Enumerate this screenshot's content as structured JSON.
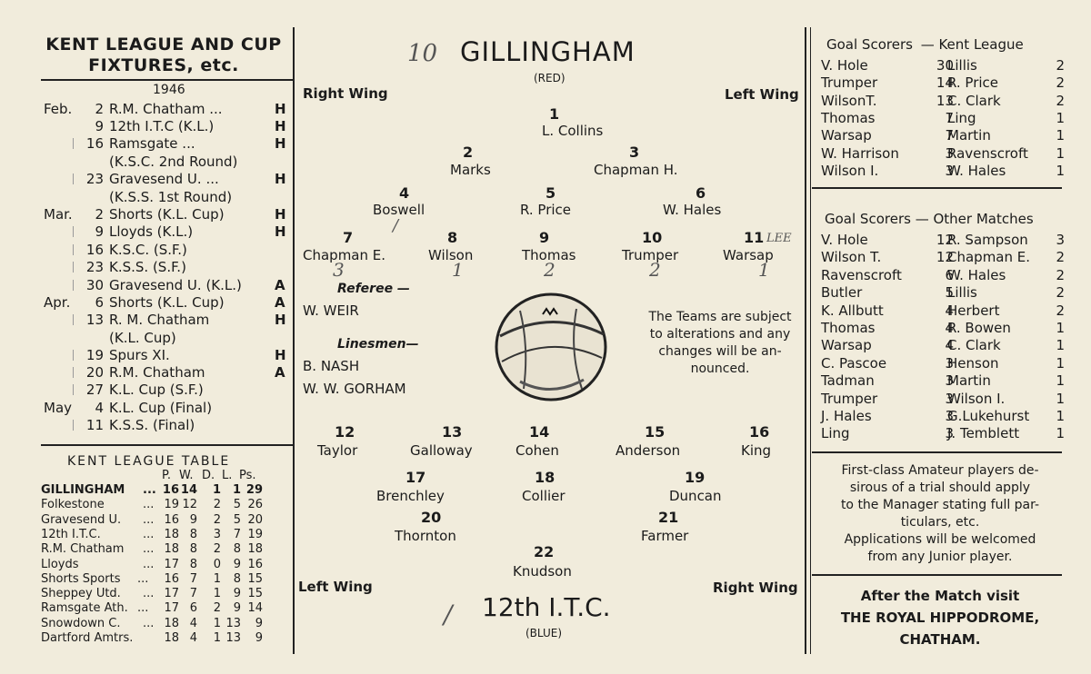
{
  "left": {
    "title_line1": "KENT LEAGUE AND CUP",
    "title_line2": "FIXTURES, etc.",
    "year": "1946",
    "fixtures": [
      {
        "month": "Feb.",
        "day": "2",
        "team": "R.M. Chatham ...",
        "ha": "H"
      },
      {
        "month": "",
        "day": "9",
        "team": "12th I.T.C (K.L.)",
        "ha": "H"
      },
      {
        "month": "",
        "day": "16",
        "team": "Ramsgate      ...",
        "ha": "H"
      },
      {
        "month": "",
        "day": "",
        "team": "(K.S.C. 2nd Round)",
        "ha": ""
      },
      {
        "month": "",
        "day": "23",
        "team": "Gravesend U. ...",
        "ha": "H"
      },
      {
        "month": "",
        "day": "",
        "team": "(K.S.S. 1st Round)",
        "ha": ""
      },
      {
        "month": "Mar.",
        "day": "2",
        "team": "Shorts (K.L. Cup)",
        "ha": "H"
      },
      {
        "month": "",
        "day": "9",
        "team": "Lloyds (K.L.)",
        "ha": "H"
      },
      {
        "month": "",
        "day": "16",
        "team": "K.S.C. (S.F.)",
        "ha": ""
      },
      {
        "month": "",
        "day": "23",
        "team": "K.S.S. (S.F.)",
        "ha": ""
      },
      {
        "month": "",
        "day": "30",
        "team": "Gravesend U. (K.L.)",
        "ha": "A"
      },
      {
        "month": "Apr.",
        "day": "6",
        "team": "Shorts (K.L. Cup)",
        "ha": "A"
      },
      {
        "month": "",
        "day": "13",
        "team": "R. M. Chatham",
        "ha": "H"
      },
      {
        "month": "",
        "day": "",
        "team": "(K.L. Cup)",
        "ha": ""
      },
      {
        "month": "",
        "day": "19",
        "team": "Spurs XI.",
        "ha": "H"
      },
      {
        "month": "",
        "day": "20",
        "team": "R.M. Chatham",
        "ha": "A"
      },
      {
        "month": "",
        "day": "27",
        "team": "K.L. Cup (S.F.)",
        "ha": ""
      },
      {
        "month": "May",
        "day": "4",
        "team": "K.L. Cup (Final)",
        "ha": ""
      },
      {
        "month": "",
        "day": "11",
        "team": "K.S.S. (Final)",
        "ha": ""
      }
    ],
    "league_title": "KENT LEAGUE TABLE",
    "league_headers": [
      "P.",
      "W.",
      "D.",
      "L.",
      "Ps."
    ],
    "league_rows": [
      {
        "team": "GILLINGHAM",
        "dots": "...",
        "p": "16",
        "w": "14",
        "d": "1",
        "l": "1",
        "ps": "29",
        "bold": true
      },
      {
        "team": "Folkestone",
        "dots": "...",
        "p": "19",
        "w": "12",
        "d": "2",
        "l": "5",
        "ps": "26"
      },
      {
        "team": "Gravesend U.",
        "dots": "...",
        "p": "16",
        "w": "9",
        "d": "2",
        "l": "5",
        "ps": "20"
      },
      {
        "team": "12th I.T.C.",
        "dots": "...",
        "p": "18",
        "w": "8",
        "d": "3",
        "l": "7",
        "ps": "19"
      },
      {
        "team": "R.M. Chatham",
        "dots": "...",
        "p": "18",
        "w": "8",
        "d": "2",
        "l": "8",
        "ps": "18"
      },
      {
        "team": "Lloyds",
        "dots": "...",
        "p": "17",
        "w": "8",
        "d": "0",
        "l": "9",
        "ps": "16"
      },
      {
        "team": "Shorts Sports",
        "dots": "...",
        "p": "16",
        "w": "7",
        "d": "1",
        "l": "8",
        "ps": "15"
      },
      {
        "team": "Sheppey Utd.",
        "dots": "...",
        "p": "17",
        "w": "7",
        "d": "1",
        "l": "9",
        "ps": "15"
      },
      {
        "team": "Ramsgate Ath.",
        "dots": "...",
        "p": "17",
        "w": "6",
        "d": "2",
        "l": "9",
        "ps": "14"
      },
      {
        "team": "Snowdown C.",
        "dots": "...",
        "p": "18",
        "w": "4",
        "d": "1",
        "l": "13",
        "ps": "9"
      },
      {
        "team": "Dartford Amtrs.",
        "dots": "",
        "p": "18",
        "w": "4",
        "d": "1",
        "l": "13",
        "ps": "9"
      }
    ]
  },
  "middle": {
    "handwritten_top": "10",
    "home_team": "GILLINGHAM",
    "home_colour": "(RED)",
    "right_wing_top": "Right Wing",
    "left_wing_top": "Left Wing",
    "home_players": [
      {
        "num": "1",
        "name": "L. Collins"
      },
      {
        "num": "2",
        "name": "Marks"
      },
      {
        "num": "3",
        "name": "Chapman H."
      },
      {
        "num": "4",
        "name": "Boswell"
      },
      {
        "num": "5",
        "name": "R. Price"
      },
      {
        "num": "6",
        "name": "W. Hales"
      },
      {
        "num": "7",
        "name": "Chapman E."
      },
      {
        "num": "8",
        "name": "Wilson"
      },
      {
        "num": "9",
        "name": "Thomas"
      },
      {
        "num": "10",
        "name": "Trumper"
      },
      {
        "num": "11",
        "name": "Warsap"
      }
    ],
    "hand_lee": "LEE",
    "hand_goals": [
      "3",
      "1",
      "2",
      "2",
      "1"
    ],
    "hand_mark": "/",
    "referee_label": "Referee —",
    "referee": "W. WEIR",
    "linesmen_label": "Linesmen—",
    "linesman1": "B. NASH",
    "linesman2": "W. W. GORHAM",
    "notice": [
      "The Teams are subject",
      "to alterations and any",
      "changes will be an-",
      "nounced."
    ],
    "ball_icon": "football-icon",
    "away_players": [
      {
        "num": "12",
        "name": "Taylor"
      },
      {
        "num": "13",
        "name": "Galloway"
      },
      {
        "num": "14",
        "name": "Cohen"
      },
      {
        "num": "15",
        "name": "Anderson"
      },
      {
        "num": "16",
        "name": "King"
      },
      {
        "num": "17",
        "name": "Brenchley"
      },
      {
        "num": "18",
        "name": "Collier"
      },
      {
        "num": "19",
        "name": "Duncan"
      },
      {
        "num": "20",
        "name": "Thornton"
      },
      {
        "num": "21",
        "name": "Farmer"
      },
      {
        "num": "22",
        "name": "Knudson"
      }
    ],
    "left_wing_bottom": "Left Wing",
    "right_wing_bottom": "Right Wing",
    "handwritten_bottom": "/",
    "away_team": "12th I.T.C.",
    "away_colour": "(BLUE)"
  },
  "right": {
    "kl_head_a": "Goal Scorers",
    "kl_head_b": "— Kent League",
    "kl_scorers": [
      [
        "V. Hole",
        "30",
        "Lillis",
        "2"
      ],
      [
        "Trumper",
        "14",
        "R. Price",
        "2"
      ],
      [
        "WilsonT.",
        "13",
        "C. Clark",
        "2"
      ],
      [
        "Thomas",
        "7",
        "Ling",
        "1"
      ],
      [
        "Warsap",
        "7",
        "Martin",
        "1"
      ],
      [
        "W. Harrison",
        "3",
        "Ravenscroft",
        "1"
      ],
      [
        "Wilson I.",
        "3",
        "W. Hales",
        "1"
      ]
    ],
    "om_head_a": "Goal Scorers",
    "om_head_b": "— Other Matches",
    "om_scorers": [
      [
        "V. Hole",
        "12",
        "R. Sampson",
        "3"
      ],
      [
        "Wilson T.",
        "12",
        "Chapman E.",
        "2"
      ],
      [
        "Ravenscroft",
        "6",
        "W. Hales",
        "2"
      ],
      [
        "Butler",
        "5",
        "Lillis",
        "2"
      ],
      [
        "K. Allbutt",
        "4",
        "Herbert",
        "2"
      ],
      [
        "Thomas",
        "4",
        "R. Bowen",
        "1"
      ],
      [
        "Warsap",
        "4",
        "C. Clark",
        "1"
      ],
      [
        "C. Pascoe",
        "3",
        "Henson",
        "1"
      ],
      [
        "Tadman",
        "3",
        "Martin",
        "1"
      ],
      [
        "Trumper",
        "3",
        "Wilson I.",
        "1"
      ],
      [
        "J. Hales",
        "3",
        "G.Lukehurst",
        "1"
      ],
      [
        "Ling",
        "3",
        "J. Temblett",
        "1"
      ]
    ],
    "amateur": [
      "First-class Amateur players de-",
      "sirous of a trial should apply",
      "to the Manager stating full par-",
      "ticulars, etc."
    ],
    "applications": [
      "Applications will be welcomed",
      "from any Junior player."
    ],
    "ad": [
      "After the Match visit",
      "THE ROYAL HIPPODROME,",
      "CHATHAM."
    ]
  }
}
